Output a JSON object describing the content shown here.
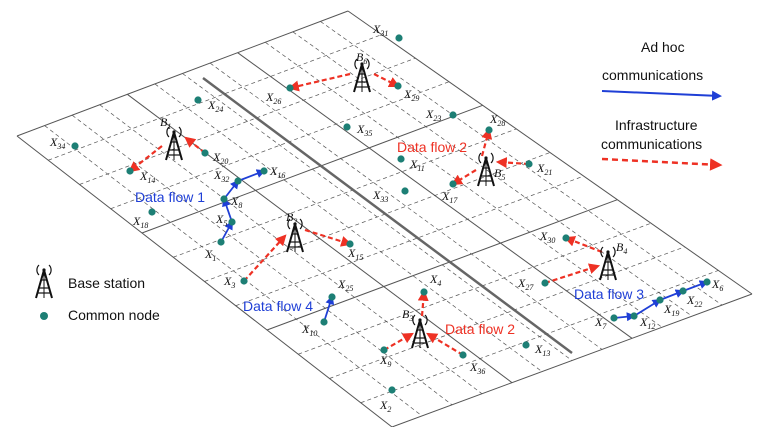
{
  "colors": {
    "node": "#1d7f75",
    "adhoc": "#1f3fd6",
    "infra": "#ee3124",
    "flow_blue": "#1f3fd6",
    "flow_red": "#ee3124",
    "grid": "#555555",
    "text": "#111111"
  },
  "nodes": [
    {
      "id": "x1",
      "label": "X",
      "sub": "1"
    },
    {
      "id": "x2",
      "label": "X",
      "sub": "2"
    },
    {
      "id": "x3",
      "label": "X",
      "sub": "3"
    },
    {
      "id": "x4",
      "label": "X",
      "sub": "4"
    },
    {
      "id": "x5",
      "label": "X",
      "sub": "5"
    },
    {
      "id": "x6",
      "label": "X",
      "sub": "6"
    },
    {
      "id": "x7",
      "label": "X",
      "sub": "7"
    },
    {
      "id": "x8",
      "label": "X",
      "sub": "8"
    },
    {
      "id": "x9",
      "label": "X",
      "sub": "9"
    },
    {
      "id": "x10",
      "label": "X",
      "sub": "10"
    },
    {
      "id": "x11",
      "label": "X",
      "sub": "11"
    },
    {
      "id": "x12",
      "label": "X",
      "sub": "12"
    },
    {
      "id": "x13",
      "label": "X",
      "sub": "13"
    },
    {
      "id": "x14",
      "label": "X",
      "sub": "14"
    },
    {
      "id": "x15",
      "label": "X",
      "sub": "15"
    },
    {
      "id": "x16",
      "label": "X",
      "sub": "16"
    },
    {
      "id": "x17",
      "label": "X",
      "sub": "17"
    },
    {
      "id": "x18",
      "label": "X",
      "sub": "18"
    },
    {
      "id": "x19",
      "label": "X",
      "sub": "19"
    },
    {
      "id": "x20",
      "label": "X",
      "sub": "20"
    },
    {
      "id": "x21",
      "label": "X",
      "sub": "21"
    },
    {
      "id": "x22",
      "label": "X",
      "sub": "22"
    },
    {
      "id": "x23",
      "label": "X",
      "sub": "23"
    },
    {
      "id": "x24",
      "label": "X",
      "sub": "24"
    },
    {
      "id": "x25",
      "label": "X",
      "sub": "25"
    },
    {
      "id": "x26",
      "label": "X",
      "sub": "26"
    },
    {
      "id": "x27",
      "label": "X",
      "sub": "27"
    },
    {
      "id": "x28",
      "label": "X",
      "sub": "28"
    },
    {
      "id": "x29",
      "label": "X",
      "sub": "29"
    },
    {
      "id": "x30",
      "label": "X",
      "sub": "30"
    },
    {
      "id": "x31",
      "label": "X",
      "sub": "31"
    },
    {
      "id": "x32",
      "label": "X",
      "sub": "32"
    },
    {
      "id": "x33",
      "label": "X",
      "sub": "33"
    },
    {
      "id": "x34",
      "label": "X",
      "sub": "34"
    },
    {
      "id": "x35",
      "label": "X",
      "sub": "35"
    },
    {
      "id": "x36",
      "label": "X",
      "sub": "36"
    }
  ],
  "base_stations": [
    {
      "id": "b1",
      "label": "B",
      "sub": "1"
    },
    {
      "id": "b2",
      "label": "B",
      "sub": "2"
    },
    {
      "id": "b3",
      "label": "B",
      "sub": "3"
    },
    {
      "id": "b4",
      "label": "B",
      "sub": "4"
    },
    {
      "id": "b5",
      "label": "B",
      "sub": "5"
    },
    {
      "id": "b6",
      "label": "B",
      "sub": "6"
    }
  ],
  "data_flows": [
    {
      "id": "flow1",
      "text": "Data flow 1",
      "color": "blue"
    },
    {
      "id": "flow2-top",
      "text": "Data flow 2",
      "color": "red"
    },
    {
      "id": "flow2-bottom",
      "text": "Data flow 2",
      "color": "red"
    },
    {
      "id": "flow3",
      "text": "Data flow 3",
      "color": "blue"
    },
    {
      "id": "flow4",
      "text": "Data flow 4",
      "color": "blue"
    }
  ],
  "legend": {
    "adhoc_line1": "Ad hoc",
    "adhoc_line2": "communications",
    "infra_line1": "Infrastructure",
    "infra_line2": "communications",
    "base_station": "Base station",
    "common_node": "Common node"
  }
}
